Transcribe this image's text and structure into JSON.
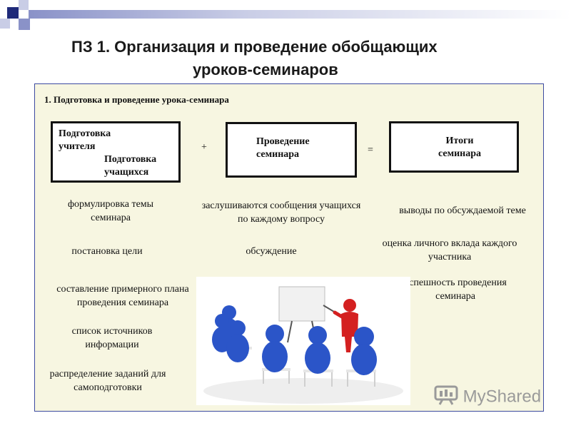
{
  "slide": {
    "title_line1": "ПЗ 1. Организация и проведение обобщающих",
    "title_line2": "уроков-семинаров",
    "subheading": "1. Подготовка и проведение урока-семинара"
  },
  "boxes": {
    "preparation_teacher": "Подготовка учителя",
    "preparation_students": "Подготовка учащихся",
    "conduct": "Проведение семинара",
    "results": "Итоги семинара",
    "plus": "+",
    "equals": "="
  },
  "column_left": [
    "формулировка темы семинара",
    "постановка цели",
    "составление примерного плана проведения семинара",
    "список источников информации",
    "распределение заданий для самоподготовки"
  ],
  "column_middle": [
    "заслушиваются сообщения учащихся по каждому вопросу",
    "обсуждение"
  ],
  "column_right": [
    "выводы по обсуждаемой теме",
    "оценка личного вклада каждого участника",
    "успешность проведения семинара"
  ],
  "watermark": {
    "brand": "MyShared"
  },
  "colors": {
    "panel_bg": "#f7f6e1",
    "panel_border": "#3c4aa0",
    "accent_dark": "#1f2a7a",
    "accent_light": "#8a92c8",
    "figure_blue": "#2b55c8",
    "figure_red": "#d42020"
  }
}
